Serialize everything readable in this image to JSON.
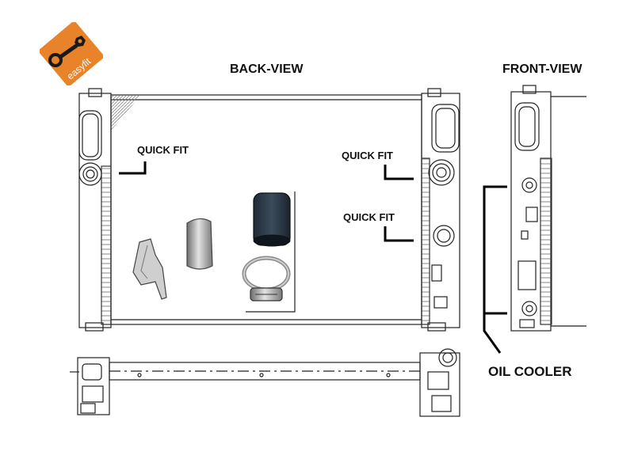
{
  "brand": {
    "name": "easyfit",
    "color": "#e8832a",
    "icon": "wrench-icon"
  },
  "labels": {
    "back_view": "BACK-VIEW",
    "front_view": "FRONT-VIEW",
    "quick_fit_left": "QUICK FIT",
    "quick_fit_right_top": "QUICK FIT",
    "quick_fit_right_bottom": "QUICK FIT",
    "oil_cooler": "OIL COOLER"
  },
  "parts": [
    "retaining-clip",
    "clamp-bracket",
    "rubber-hose",
    "hose-clamp"
  ]
}
